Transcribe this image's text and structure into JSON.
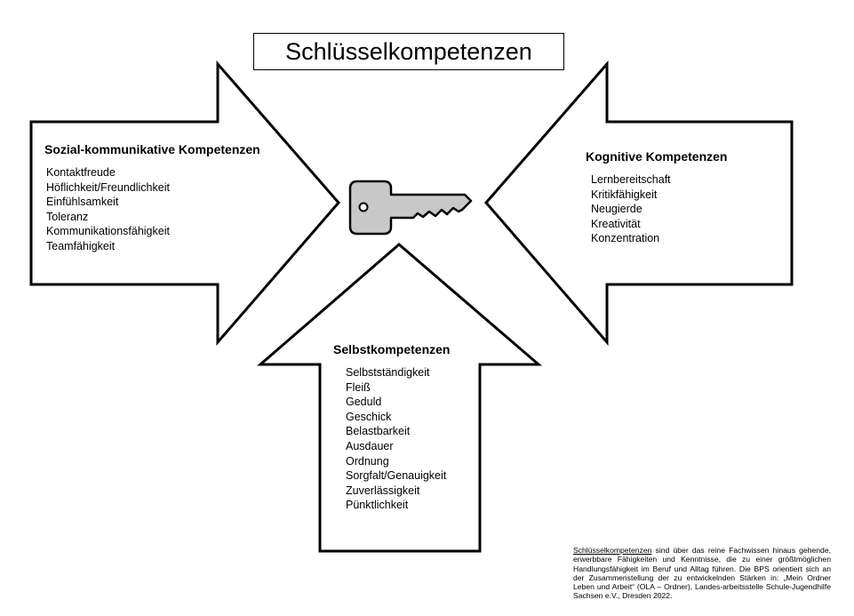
{
  "title": "Schlüsselkompetenzen",
  "sections": {
    "social": {
      "heading": "Sozial-kommunikative Kompetenzen",
      "items": [
        "Kontaktfreude",
        "Höflichkeit/Freundlichkeit",
        "Einfühlsamkeit",
        "Toleranz",
        "Kommunikationsfähigkeit",
        "Teamfähigkeit"
      ]
    },
    "cognitive": {
      "heading": "Kognitive Kompetenzen",
      "items": [
        "Lernbereitschaft",
        "Kritikfähigkeit",
        "Neugierde",
        "Kreativität",
        "Konzentration"
      ]
    },
    "self": {
      "heading": "Selbstkompetenzen",
      "items": [
        "Selbstständigkeit",
        "Fleiß",
        "Geduld",
        "Geschick",
        "Belastbarkeit",
        "Ausdauer",
        "Ordnung",
        "Sorgfalt/Genauigkeit",
        "Zuverlässigkeit",
        "Pünktlichkeit"
      ]
    }
  },
  "center_icon": "key-icon",
  "key_color": "#c8c8c8",
  "footnote": {
    "term": "Schlüsselkompetenzen",
    "text": " sind über das reine Fachwissen hinaus gehende, erwerbbare Fähigkeiten und Kenntnisse, die zu einer größtmöglichen Handlungsfähigkeit im Beruf und Alltag führen. Die BPS orientiert sich an der Zusammenstellung der zu entwickelnden Stärken in: „Mein Ordner Leben und Arbeit“ (OLA – Ordner), Landes-arbeitsstelle Schule-Jugendhilfe Sachsen e.V., Dresden 2022."
  }
}
